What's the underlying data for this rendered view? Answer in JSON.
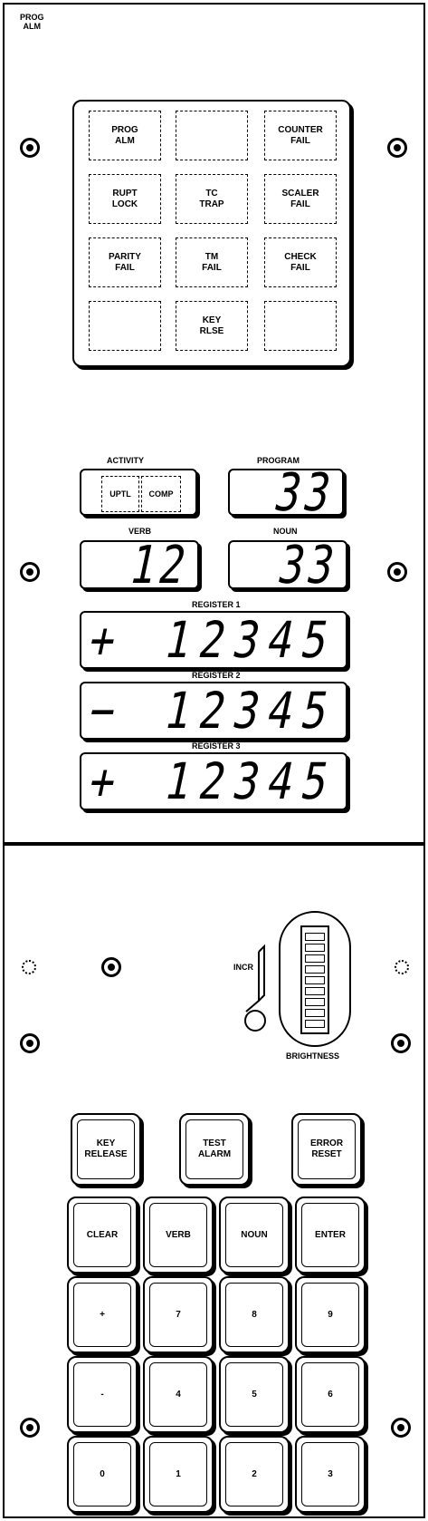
{
  "corner_label": "PROG\nALM",
  "warning_lamps": [
    [
      "PROG\nALM",
      "",
      "COUNTER\nFAIL"
    ],
    [
      "RUPT\nLOCK",
      "TC\nTRAP",
      "SCALER\nFAIL"
    ],
    [
      "PARITY\nFAIL",
      "TM\nFAIL",
      "CHECK\nFAIL"
    ],
    [
      "",
      "KEY\nRLSE",
      ""
    ]
  ],
  "display": {
    "activity_label": "ACTIVITY",
    "activity_uptl": "UPTL",
    "activity_comp": "COMP",
    "program_label": "PROGRAM",
    "program_value": "33",
    "verb_label": "VERB",
    "verb_value": "12",
    "noun_label": "NOUN",
    "noun_value": "33",
    "register1_label": "REGISTER 1",
    "register1_sign": "+",
    "register1_value": "12345",
    "register2_label": "REGISTER 2",
    "register2_sign": "−",
    "register2_value": "12345",
    "register3_label": "REGISTER 3",
    "register3_sign": "+",
    "register3_value": "12345"
  },
  "brightness": {
    "incr_label": "INCR",
    "brightness_label": "BRIGHTNESS"
  },
  "keys": {
    "key_release": "KEY\nRELEASE",
    "test_alarm": "TEST\nALARM",
    "error_reset": "ERROR\nRESET",
    "clear": "CLEAR",
    "verb": "VERB",
    "noun": "NOUN",
    "enter": "ENTER",
    "plus": "+",
    "seven": "7",
    "eight": "8",
    "nine": "9",
    "minus": "-",
    "four": "4",
    "five": "5",
    "six": "6",
    "zero": "0",
    "one": "1",
    "two": "2",
    "three": "3"
  }
}
